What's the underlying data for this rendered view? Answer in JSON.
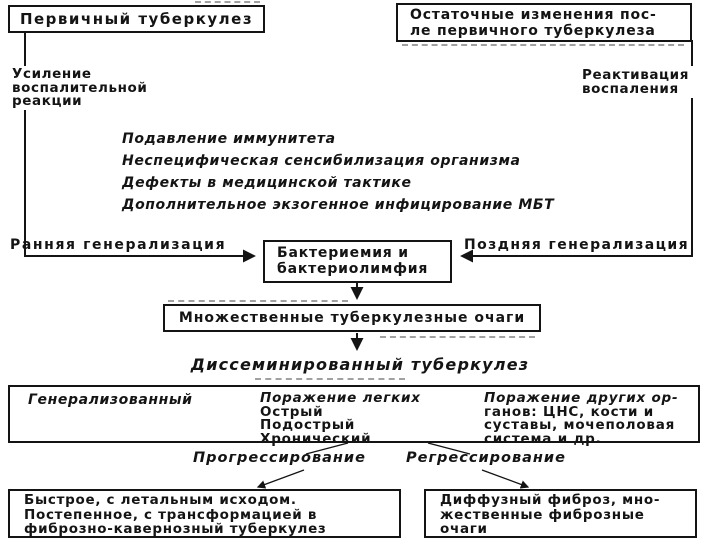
{
  "diagram": {
    "top_left_box": {
      "label": "Первичный туберкулез"
    },
    "top_right_box": {
      "lines": [
        "Остаточные изменения пос-",
        "ле первичного туберкулеза"
      ]
    },
    "left_note": {
      "lines": [
        "Усиление",
        "воспалительной",
        "реакции"
      ]
    },
    "right_note": {
      "lines": [
        "Реактивация",
        "воспаления"
      ]
    },
    "factors": [
      "Подавление иммунитета",
      "Неспецифическая сенсибилизация организма",
      "Дефекты в медицинской тактике",
      "Дополнительное экзогенное инфицирование МБТ"
    ],
    "early_generalization": "Ранняя генерализация",
    "late_generalization": "Поздняя генерализация",
    "bacteremia_box": {
      "lines": [
        "Бактериемия и",
        "бактериолимфия"
      ]
    },
    "multiple_foci_box": {
      "label": "Множественные туберкулезные очаги"
    },
    "disseminated_heading": "Диссеминированный туберкулез",
    "classification_box": {
      "generalized": "Генерализованный",
      "lung": {
        "title": "Поражение легких",
        "items": [
          "Острый",
          "Подострый",
          "Хронический"
        ]
      },
      "other_organs": {
        "lines": [
          "Поражение других ор-",
          "ганов: ЦНС, кости и",
          "суставы, мочеполовая",
          "система и др."
        ]
      }
    },
    "progression_label": "Прогрессирование",
    "regression_label": "Регрессирование",
    "progression_box": {
      "lines": [
        "Быстрое, с летальным исходом.",
        "Постепенное, с трансформацией в",
        "фиброзно-кавернозный туберкулез"
      ]
    },
    "regression_box": {
      "lines": [
        "Диффузный фиброз, мно-",
        "жественные фиброзные",
        "очаги"
      ]
    }
  },
  "colors": {
    "ink": "#141414",
    "background": "#ffffff"
  }
}
